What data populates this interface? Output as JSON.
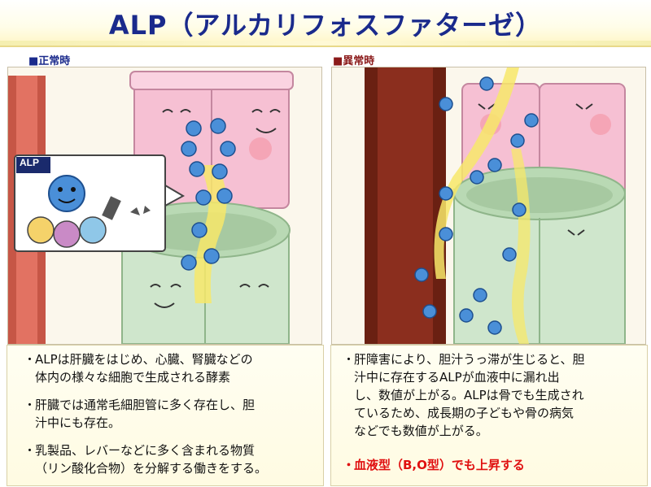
{
  "title": "ALP（アルカリフォスファターゼ）",
  "panels": {
    "normal": {
      "label": "■正常時",
      "callout_label": "ALP"
    },
    "abnormal": {
      "label": "■異常時"
    }
  },
  "bullets": {
    "bullet_glyph": "・",
    "left": [
      {
        "lines": [
          "ALPは肝臓をはじめ、心臓、腎臓などの",
          "体内の様々な細胞で生成される酵素"
        ]
      },
      {
        "lines": [
          "肝臓では通常毛細胆管に多く存在し、胆",
          "汁中にも存在。"
        ]
      },
      {
        "lines": [
          "乳製品、レバーなどに多く含まれる物質",
          "（リン酸化合物）を分解する働きをする。"
        ]
      }
    ],
    "right": [
      {
        "lines": [
          "肝障害により、胆汁うっ滞が生じると、胆",
          "汁中に存在するALPが血液中に漏れ出",
          "し、数値が上がる。ALPは骨でも生成され",
          "ているため、成長期の子どもや骨の病気",
          "などでも数値が上がる。"
        ]
      },
      {
        "lines": [
          "血液型（B,O型）でも上昇する"
        ],
        "highlight": true
      }
    ]
  },
  "colors": {
    "title_text": "#1a2a8c",
    "normal_label": "#1a2a8c",
    "abnormal_label": "#8b1a1a",
    "highlight_text": "#e01010",
    "liver_cell": "#f6c0d3",
    "bile_duct": "#cfe6cc",
    "blood_vessel_normal": "#e27262",
    "blood_vessel_abnormal": "#8b2e1e",
    "bile_flow": "#f7e86a",
    "alp_molecule": "#4a8fd8"
  }
}
